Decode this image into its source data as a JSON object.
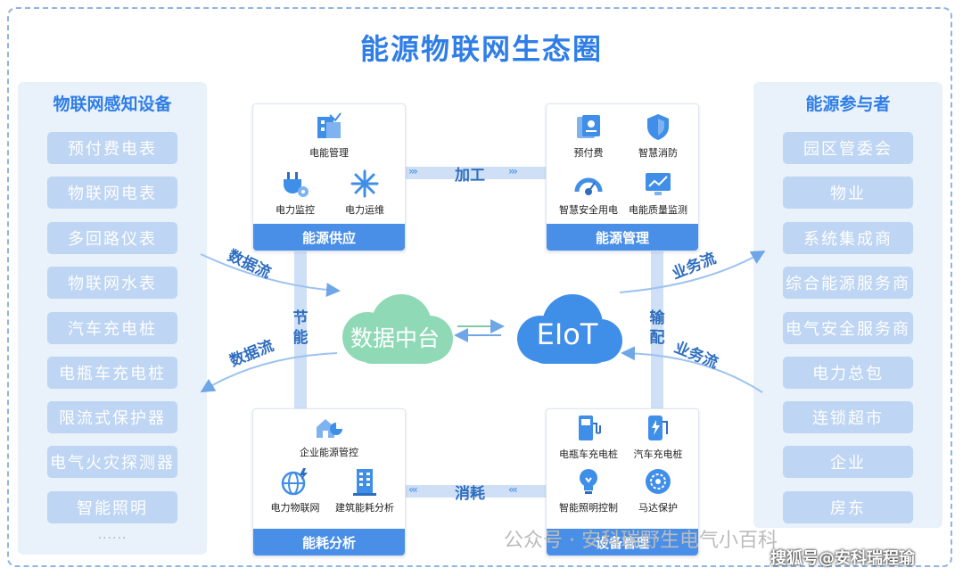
{
  "title": "能源物联网生态圈",
  "left_panel": {
    "title": "物联网感知设备",
    "items": [
      "预付费电表",
      "物联网电表",
      "多回路仪表",
      "物联网水表",
      "汽车充电桩",
      "电瓶车充电桩",
      "限流式保护器",
      "电气火灾探测器",
      "智能照明",
      "......"
    ]
  },
  "right_panel": {
    "title": "能源参与者",
    "items": [
      "园区管委会",
      "物业",
      "系统集成商",
      "综合能源服务商",
      "电气安全服务商",
      "电力总包",
      "连锁超市",
      "企业",
      "房东"
    ]
  },
  "box_supply": {
    "footer": "能源供应",
    "items": [
      "电能管理",
      "电力监控",
      "电力运维"
    ]
  },
  "box_mgmt": {
    "footer": "能源管理",
    "items": [
      "预付费",
      "智慧消防",
      "智慧安全用电",
      "电能质量监测"
    ]
  },
  "box_consume": {
    "footer": "能耗分析",
    "items": [
      "企业能源管控",
      "电力物联网",
      "建筑能耗分析"
    ]
  },
  "box_device": {
    "footer": "设备管理",
    "items": [
      "电瓶车充电桩",
      "汽车充电桩",
      "智能照明控制",
      "马达保护"
    ]
  },
  "center": {
    "cloud_left": "数据中台",
    "cloud_right": "EIoT",
    "top_flow": "加工",
    "bottom_flow": "消耗",
    "left_vertical": "节能",
    "right_vertical": "输配",
    "left_flow_top": "数据流",
    "left_flow_bottom": "数据流",
    "right_flow_top": "业务流",
    "right_flow_bottom": "业务流"
  },
  "watermark": {
    "text1": "公众号 · 安科瑞野生电气小百科",
    "text2": "搜狐号@安科瑞程瑜"
  },
  "colors": {
    "accent": "#2f7ee6",
    "footer": "#4a8fe7",
    "pill": "#bed5f3",
    "panel": "#e9f1fb",
    "cloud_left": "#8fd9b6",
    "cloud_right": "#3f8ee8"
  }
}
